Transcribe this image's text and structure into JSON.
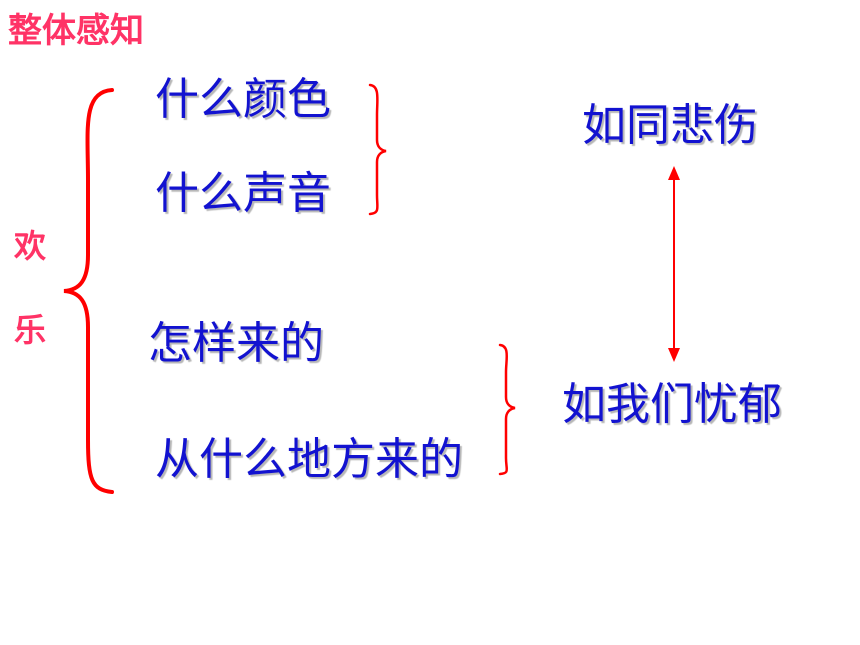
{
  "title": "整体感知",
  "center": [
    "欢",
    "乐"
  ],
  "group1": {
    "items": [
      "什么颜色",
      "什么声音"
    ],
    "result": "如同悲伤"
  },
  "group2": {
    "items": [
      "怎样来的",
      "从什么地方来的"
    ],
    "result": "如我们忧郁"
  },
  "colors": {
    "brace": "#ff0000",
    "title": "#ff3366",
    "text": "#1212d0"
  }
}
